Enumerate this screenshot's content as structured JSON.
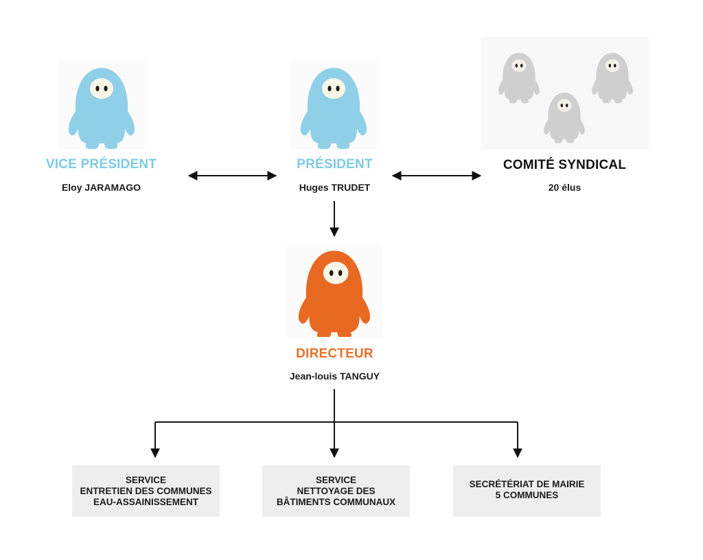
{
  "colors": {
    "vice_president": "#8fd0e8",
    "president": "#8fd0e8",
    "directeur": "#e86a22",
    "comite": "#cfcfcf",
    "title_blue": "#7ccbe2",
    "title_orange": "#e8702a",
    "title_black": "#111111",
    "service_bg": "#eeeeee"
  },
  "icons": {
    "person": "gumdrop-person-icon",
    "group": "group-icon"
  },
  "vice_president": {
    "title": "VICE PRÉSIDENT",
    "name": "Eloy JARAMAGO"
  },
  "president": {
    "title": "PRÉSIDENT",
    "name": "Huges TRUDET"
  },
  "comite": {
    "title": "COMITÉ SYNDICAL",
    "name": "20 élus"
  },
  "directeur": {
    "title": "DIRECTEUR",
    "name": "Jean-louis TANGUY"
  },
  "services": [
    {
      "lines": [
        "SERVICE",
        "ENTRETIEN DES COMMUNES",
        "EAU-ASSAINISSEMENT"
      ]
    },
    {
      "lines": [
        "SERVICE",
        "NETTOYAGE DES",
        "BÂTIMENTS COMMUNAUX"
      ]
    },
    {
      "lines": [
        "SECRÉTÉRIAT DE MAIRIE",
        "5 COMMUNES"
      ]
    }
  ]
}
